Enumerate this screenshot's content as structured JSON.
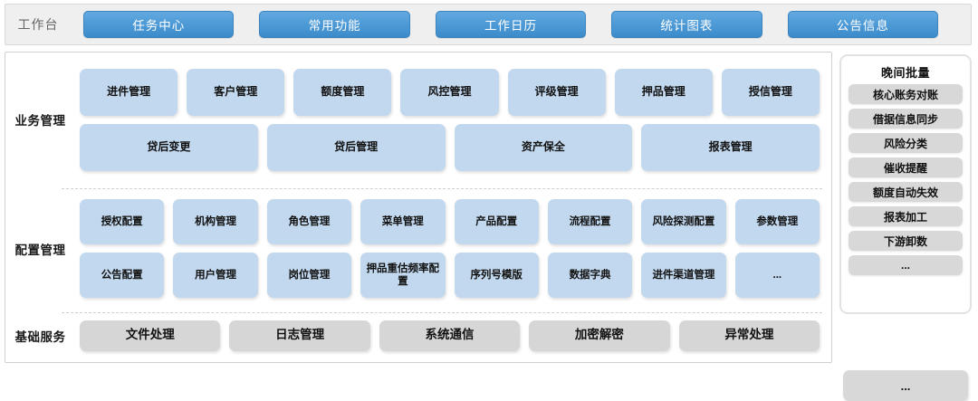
{
  "topbar": {
    "label": "工作台",
    "buttons": [
      {
        "label": "任务中心"
      },
      {
        "label": "常用功能"
      },
      {
        "label": "工作日历"
      },
      {
        "label": "统计图表"
      },
      {
        "label": "公告信息"
      }
    ]
  },
  "sections": [
    {
      "key": "business",
      "label": "业务管理",
      "rows": [
        [
          "进件管理",
          "客户管理",
          "额度管理",
          "风控管理",
          "评级管理",
          "押品管理",
          "授信管理"
        ],
        [
          "贷后变更",
          "贷后管理",
          "资产保全",
          "报表管理"
        ]
      ]
    },
    {
      "key": "config",
      "label": "配置管理",
      "rows": [
        [
          "授权配置",
          "机构管理",
          "角色管理",
          "菜单管理",
          "产品配置",
          "流程配置",
          "风险探测配置",
          "参数管理"
        ],
        [
          "公告配置",
          "用户管理",
          "岗位管理",
          "押品重估频率配置",
          "序列号模版",
          "数据字典",
          "进件渠道管理",
          "..."
        ]
      ]
    },
    {
      "key": "basic",
      "label": "基础服务",
      "rows": [
        [
          "文件处理",
          "日志管理",
          "系统通信",
          "加密解密",
          "异常处理"
        ]
      ]
    }
  ],
  "right_panel": {
    "title": "晚间批量",
    "items": [
      "核心账务对账",
      "借据信息同步",
      "风险分类",
      "催收提醒",
      "额度自动失效",
      "报表加工",
      "下游卸数",
      "..."
    ],
    "extra_label": "..."
  },
  "colors": {
    "button_blue_top": "#63a9e0",
    "button_blue_bottom": "#3c8bc9",
    "tile_blue": "#c2d8ee",
    "tile_gray": "#d6d6d6",
    "topbar_bg": "#efefef"
  }
}
